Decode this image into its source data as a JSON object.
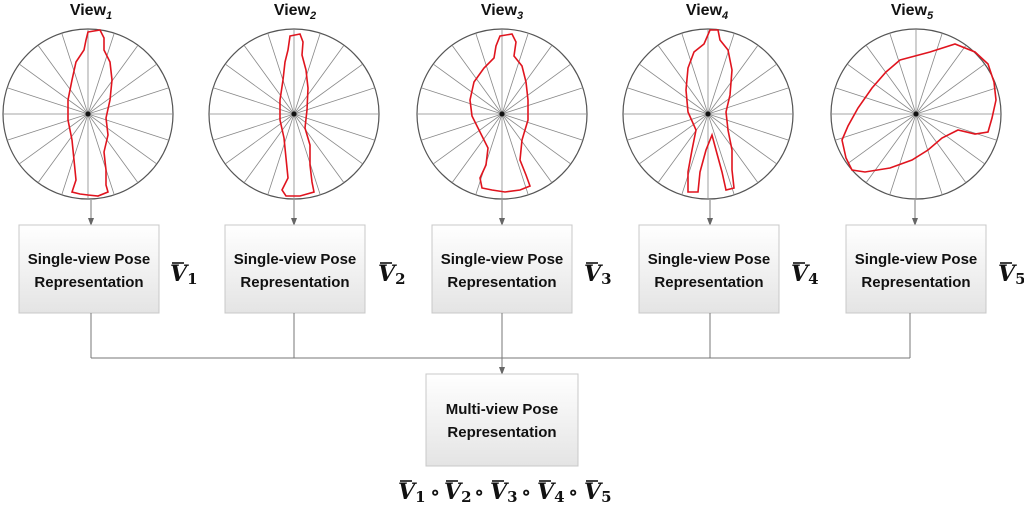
{
  "views": [
    {
      "name": "View",
      "index": "1",
      "pose_label_line1": "Single-view Pose",
      "pose_label_line2": "Representation",
      "vector_symbol": "V",
      "vector_index": "1"
    },
    {
      "name": "View",
      "index": "2",
      "pose_label_line1": "Single-view Pose",
      "pose_label_line2": "Representation",
      "vector_symbol": "V",
      "vector_index": "2"
    },
    {
      "name": "View",
      "index": "3",
      "pose_label_line1": "Single-view Pose",
      "pose_label_line2": "Representation",
      "vector_symbol": "V",
      "vector_index": "3"
    },
    {
      "name": "View",
      "index": "4",
      "pose_label_line1": "Single-view Pose",
      "pose_label_line2": "Representation",
      "vector_symbol": "V",
      "vector_index": "4"
    },
    {
      "name": "View",
      "index": "5",
      "pose_label_line1": "Single-view Pose",
      "pose_label_line2": "Representation",
      "vector_symbol": "V",
      "vector_index": "5"
    }
  ],
  "multi_view": {
    "label_line1": "Multi-view Pose",
    "label_line2": "Representation",
    "formula_operator": "∘"
  },
  "colors": {
    "contour": "#e0141e",
    "box_top": "#ffffff",
    "box_bottom": "#e6e6e6",
    "box_border": "#c8c8c8",
    "lines": "#777777"
  }
}
